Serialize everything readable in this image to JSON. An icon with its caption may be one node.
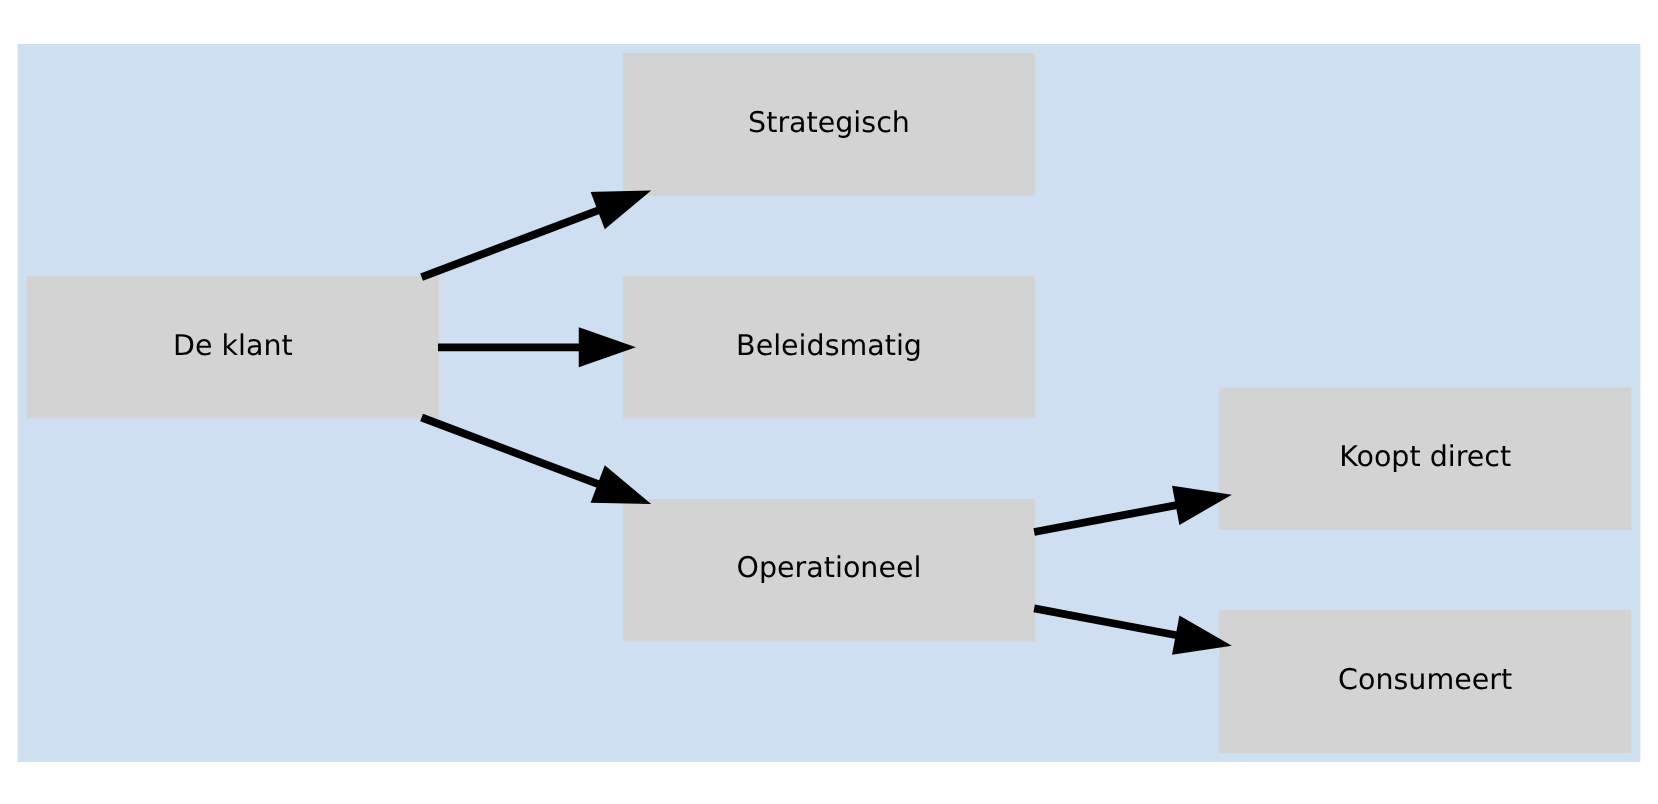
{
  "diagram": {
    "nodes": [
      {
        "text": [
          "De klant"
        ]
      },
      {
        "text": [
          "Strategisch"
        ]
      },
      {
        "text": [
          "Beleidsmatig"
        ]
      },
      {
        "text": [
          "Operationeel"
        ]
      },
      {
        "text": [
          "Koopt direct"
        ]
      },
      {
        "text": [
          "Consumeert"
        ]
      }
    ],
    "edges": [
      {
        "from": 0,
        "to": 1,
        "arrow": "to"
      },
      {
        "from": 0,
        "to": 2,
        "arrow": "to"
      },
      {
        "from": 0,
        "to": 3,
        "arrow": "to"
      },
      {
        "from": 3,
        "to": 4,
        "arrow": "to"
      },
      {
        "from": 3,
        "to": 5,
        "arrow": "to"
      }
    ]
  }
}
